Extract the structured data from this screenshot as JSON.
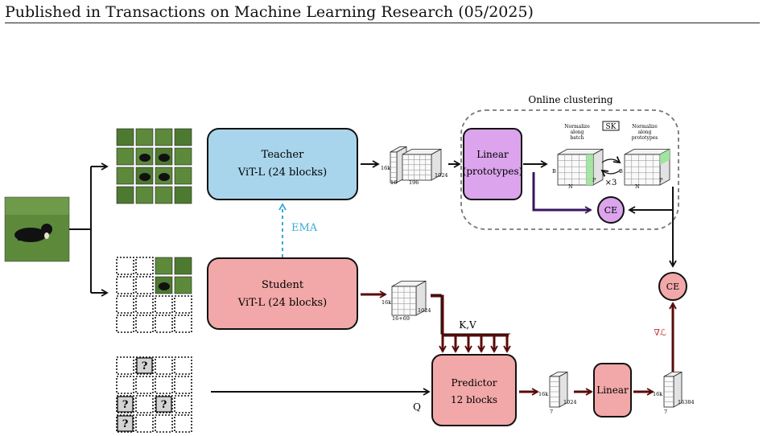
{
  "header": {
    "text": "Published in Transactions on Machine Learning Research (05/2025)"
  },
  "figure": {
    "teacher": {
      "line1": "Teacher",
      "line2": "ViT-L (24 blocks)"
    },
    "student": {
      "line1": "Student",
      "line2": "ViT-L (24 blocks)"
    },
    "ema": "EMA",
    "online_clustering": "Online clustering",
    "linear_prototypes": {
      "line1": "Linear",
      "line2": "(prototypes)"
    },
    "normalize_batch": [
      "Normalize",
      "along",
      "batch"
    ],
    "normalize_prototypes": [
      "Normalize",
      "along",
      "prototypes"
    ],
    "sk": "SK",
    "times3": "×3",
    "ce": "CE",
    "predictor": {
      "line1": "Predictor",
      "line2": "12 blocks"
    },
    "linear": "Linear",
    "kv": "K,V",
    "q": "Q",
    "grad_loss": "∇ℒ",
    "teacher_tensor": {
      "a": "16k",
      "b": "16",
      "c": "196",
      "d": "1024"
    },
    "student_tensor": {
      "a": "16k",
      "b": "16+69",
      "c": "1024"
    },
    "cluster_tensor": {
      "b": "B",
      "n": "N",
      "p": "P"
    },
    "pred_tensor": {
      "a": "16k",
      "b": "7",
      "c": "1024"
    },
    "out_tensor": {
      "a": "16k",
      "b": "7",
      "c": "16384"
    },
    "question": "?",
    "colors": {
      "teacher": "#a8d5ec",
      "student": "#f2a8a8",
      "prototypes": "#dba4ec",
      "ema": "#3aa8d8",
      "dark_red_arrow": "#5a0a0a",
      "purple_arrow": "#3a1660",
      "grass": "#5c8a3a"
    }
  }
}
